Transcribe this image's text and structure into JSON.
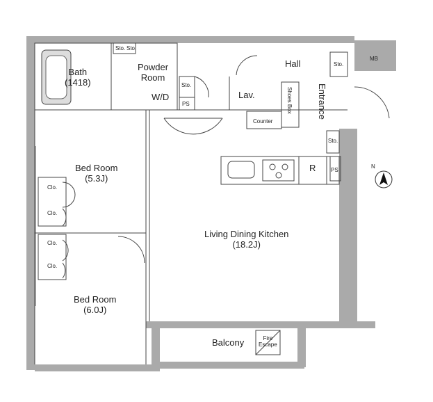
{
  "rooms": {
    "bath": {
      "name": "Bath",
      "size": "(1418)"
    },
    "powder_room": {
      "name": "Powder\nRoom"
    },
    "wd": {
      "name": "W/D"
    },
    "hall": {
      "name": "Hall"
    },
    "lav": {
      "name": "Lav."
    },
    "entrance": {
      "name": "Entrance"
    },
    "shoes_box": {
      "name": "Shoes Box"
    },
    "counter": {
      "name": "Counter"
    },
    "mb": {
      "name": "MB"
    },
    "bedroom1": {
      "name": "Bed Room",
      "size": "(5.3J)"
    },
    "bedroom2": {
      "name": "Bed Room",
      "size": "(6.0J)"
    },
    "ldk": {
      "name": "Living Dining Kitchen",
      "size": "(18.2J)"
    },
    "balcony": {
      "name": "Balcony"
    },
    "fire_escape": {
      "name": "Fire\nEscape"
    }
  },
  "labels": {
    "sto": "Sto.",
    "ps": "PS",
    "clo": "Clo.",
    "fridge": "R",
    "north": "N"
  },
  "colors": {
    "wall": "#aaaaaa",
    "line": "#444444"
  }
}
